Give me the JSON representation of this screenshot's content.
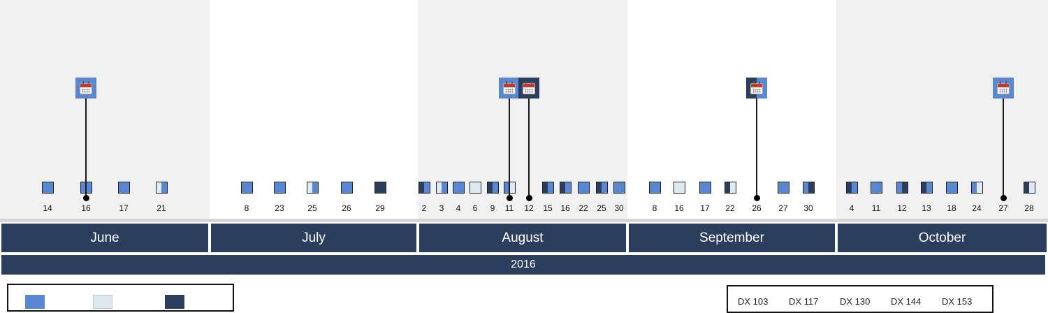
{
  "colors": {
    "light": "#dfe9f1",
    "medium": "#5a87d1",
    "dark": "#2c3e5e",
    "bar": "#2c3e5e"
  },
  "year": "2016",
  "months": [
    {
      "name": "June",
      "shaded": true,
      "days": [
        {
          "label": "14",
          "fill": "medium"
        },
        {
          "label": "16",
          "fill": "medium",
          "event": true,
          "eventStyle": "medium"
        },
        {
          "label": "17",
          "fill": "medium"
        },
        {
          "label": "21",
          "fill": "light-medium"
        }
      ]
    },
    {
      "name": "July",
      "shaded": false,
      "days": [
        {
          "label": "8",
          "fill": "medium"
        },
        {
          "label": "23",
          "fill": "medium"
        },
        {
          "label": "25",
          "fill": "light-medium"
        },
        {
          "label": "26",
          "fill": "medium"
        },
        {
          "label": "29",
          "fill": "dark"
        }
      ]
    },
    {
      "name": "August",
      "shaded": true,
      "days": [
        {
          "label": "2",
          "fill": "dark-medium"
        },
        {
          "label": "3",
          "fill": "light-medium"
        },
        {
          "label": "4",
          "fill": "medium"
        },
        {
          "label": "6",
          "fill": "light"
        },
        {
          "label": "9",
          "fill": "dark-medium"
        },
        {
          "label": "11",
          "fill": "medium-light",
          "event": true,
          "eventStyle": "medium"
        },
        {
          "label": "12",
          "fill": "none",
          "event": true,
          "eventStyle": "dark"
        },
        {
          "label": "15",
          "fill": "dark-medium"
        },
        {
          "label": "16",
          "fill": "dark-medium"
        },
        {
          "label": "22",
          "fill": "medium"
        },
        {
          "label": "25",
          "fill": "dark-medium"
        },
        {
          "label": "30",
          "fill": "medium"
        }
      ]
    },
    {
      "name": "September",
      "shaded": false,
      "days": [
        {
          "label": "8",
          "fill": "medium"
        },
        {
          "label": "16",
          "fill": "light"
        },
        {
          "label": "17",
          "fill": "medium"
        },
        {
          "label": "22",
          "fill": "dark-light"
        },
        {
          "label": "26",
          "fill": "none",
          "event": true,
          "eventStyle": "dark-medium"
        },
        {
          "label": "27",
          "fill": "medium"
        },
        {
          "label": "30",
          "fill": "medium-dark"
        }
      ]
    },
    {
      "name": "October",
      "shaded": true,
      "days": [
        {
          "label": "4",
          "fill": "dark-medium"
        },
        {
          "label": "11",
          "fill": "medium"
        },
        {
          "label": "12",
          "fill": "medium-dark"
        },
        {
          "label": "13",
          "fill": "dark-medium"
        },
        {
          "label": "18",
          "fill": "medium"
        },
        {
          "label": "24",
          "fill": "medium-light"
        },
        {
          "label": "27",
          "fill": "none",
          "event": true,
          "eventStyle": "medium"
        },
        {
          "label": "28",
          "fill": "dark-light"
        }
      ]
    }
  ],
  "legend_left": {
    "swatches": [
      "medium",
      "light",
      "dark"
    ]
  },
  "legend_right": {
    "items": [
      "DX 103",
      "DX 117",
      "DX 130",
      "DX 144",
      "DX 153"
    ]
  }
}
